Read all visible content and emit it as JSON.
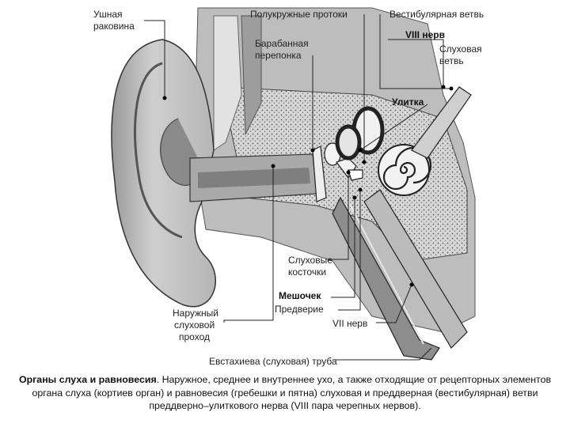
{
  "labels": {
    "auricle": [
      "Ушная",
      "раковина"
    ],
    "semicircular_canals": "Полукружные протоки",
    "vestibular_branch": "Вестибулярная ветвь",
    "nerve_viii": "VIII нерв",
    "tympanic_membrane": [
      "Барабанная",
      "перепонка"
    ],
    "cochlear_branch": [
      "Слуховая",
      "ветвь"
    ],
    "cochlea": "Улитка",
    "ossicles": [
      "Слуховые",
      "косточки"
    ],
    "saccule": "Мешочек",
    "vestibule": "Предверие",
    "external_canal": [
      "Наружный",
      "слуховой",
      "проход"
    ],
    "nerve_vii": "VII нерв",
    "eustachian_tube": "Евстахиева (слуховая) труба"
  },
  "caption": {
    "title": "Органы слуха и равновесия",
    "text": ". Наружное, среднее и внутреннее ухо, а также отходящие от рецепторных элементов органа слуха (кортиев орган) и равновесия (гребешки и пятна) слуховая и преддверная (вестибулярная) ветви преддверно–улиткового нерва (VIII пара черепных нервов)."
  }
}
